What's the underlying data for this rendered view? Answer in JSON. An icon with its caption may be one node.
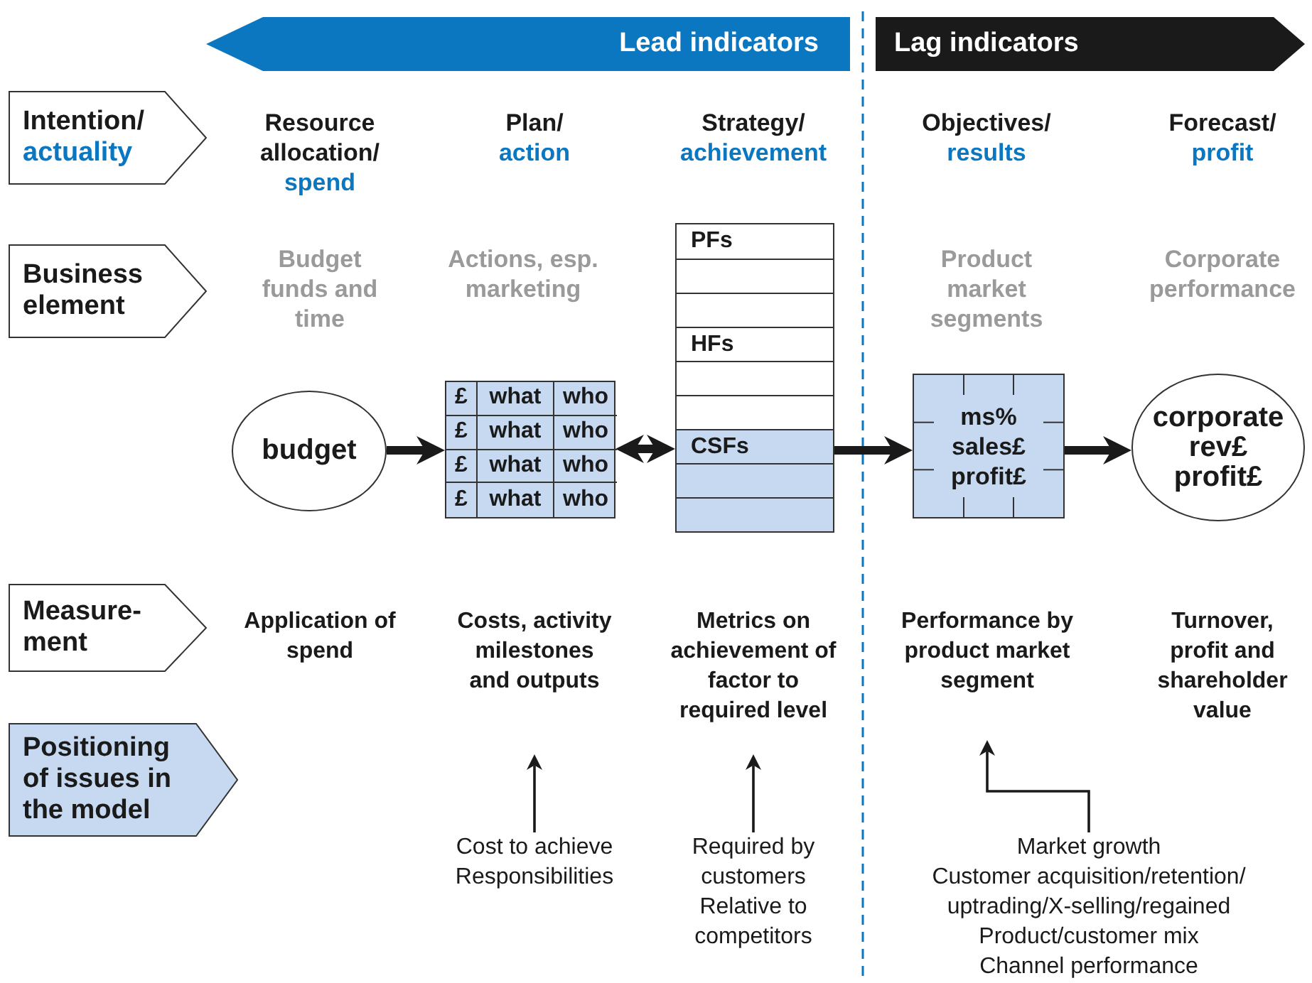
{
  "diagram": {
    "nodes": [
      {
        "text": [
          "Lead indicators"
        ]
      },
      {
        "text": [
          "Lag indicators"
        ]
      },
      {
        "text": [
          "Intention/",
          "actuality"
        ]
      },
      {
        "text": [
          "Business element"
        ]
      },
      {
        "text": [
          "PFs",
          "HFs",
          "CSFs"
        ]
      },
      {
        "text": [
          "budget"
        ]
      },
      {
        "text": [
          "£",
          "what",
          "who",
          "£",
          "what",
          "who",
          "£",
          "what",
          "who",
          "£",
          "what",
          "who"
        ]
      },
      {
        "text": [
          "ms%",
          "sales£",
          "profit£"
        ]
      },
      {
        "text": [
          "corporate",
          "rev£",
          "profit£"
        ]
      },
      {
        "text": [
          "Measure-ment"
        ]
      },
      {
        "text": [
          "Costs, activity milestones and outputs"
        ]
      },
      {
        "text": [
          "Metrics on achievement of factor to required level"
        ]
      },
      {
        "text": [
          "Performance by product market segment"
        ]
      },
      {
        "text": [
          "Positioning of issues in the model"
        ]
      },
      {
        "text": [
          "Cost to achieve",
          "Responsibilities"
        ]
      },
      {
        "text": [
          "Required by customers",
          "Relative to competitors"
        ]
      },
      {
        "text": [
          "Market growth",
          "Customer acquisition/retention/ uptrading/X-selling/regained",
          "Product/customer mix",
          "Channel performance"
        ]
      }
    ],
    "edges": [
      {
        "from": 5,
        "to": 6,
        "arrow": "to"
      },
      {
        "from": 6,
        "to": 4,
        "arrow": "both"
      },
      {
        "from": 4,
        "to": 7,
        "arrow": "to"
      },
      {
        "from": 7,
        "to": 8,
        "arrow": "to"
      },
      {
        "from": 14,
        "to": 10,
        "arrow": "to"
      },
      {
        "from": 15,
        "to": 11,
        "arrow": "to"
      },
      {
        "from": 16,
        "to": 12,
        "arrow": "to"
      }
    ],
    "labels": [
      "Resource allocation/",
      "spend",
      "Plan/",
      "action",
      "Strategy/",
      "achievement",
      "Objectives/",
      "results",
      "Forecast/",
      "profit",
      "Budget funds and time",
      "Actions, esp. marketing",
      "Product market segments",
      "Corporate performance",
      "Application of spend",
      "Turnover, profit and shareholder value"
    ]
  }
}
